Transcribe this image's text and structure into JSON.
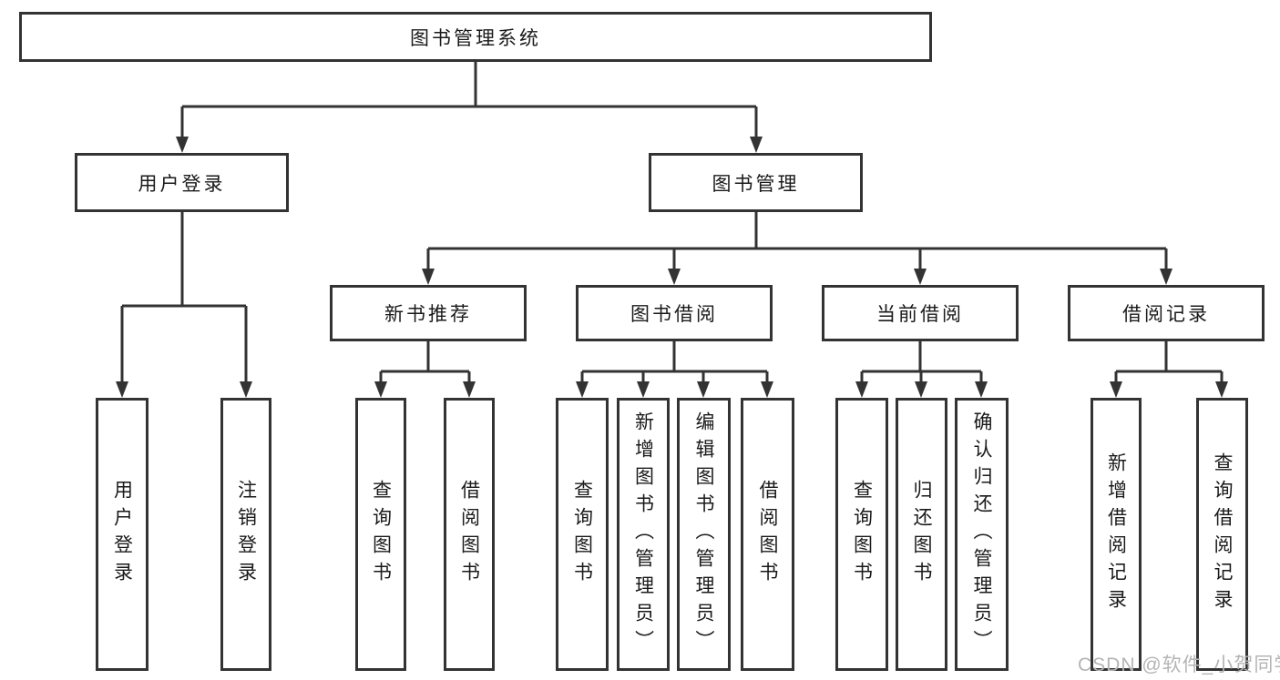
{
  "diagram": {
    "title": "图书管理系统",
    "tree": {
      "label": "图书管理系统",
      "children": [
        {
          "label": "用户登录",
          "children": [
            {
              "label": "用户登录"
            },
            {
              "label": "注销登录"
            }
          ]
        },
        {
          "label": "图书管理",
          "children": [
            {
              "label": "新书推荐",
              "children": [
                {
                  "label": "查询图书"
                },
                {
                  "label": "借阅图书"
                }
              ]
            },
            {
              "label": "图书借阅",
              "children": [
                {
                  "label": "查询图书"
                },
                {
                  "label": "新增图书（管理员）"
                },
                {
                  "label": "编辑图书（管理员）"
                },
                {
                  "label": "借阅图书"
                }
              ]
            },
            {
              "label": "当前借阅",
              "children": [
                {
                  "label": "查询图书"
                },
                {
                  "label": "归还图书"
                },
                {
                  "label": "确认归还（管理员）"
                }
              ]
            },
            {
              "label": "借阅记录",
              "children": [
                {
                  "label": "新增借阅记录"
                },
                {
                  "label": "查询借阅记录"
                }
              ]
            }
          ]
        }
      ]
    },
    "colors": {
      "line": "#333333",
      "box_border": "#333333",
      "text": "#1a1a1a",
      "background": "#ffffff",
      "watermark": "#b4b4b4"
    }
  },
  "watermark": {
    "text": "CSDN @软件_小贺同学"
  }
}
